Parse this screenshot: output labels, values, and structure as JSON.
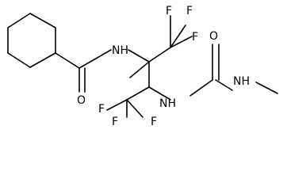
{
  "molecule": {
    "atoms": {
      "nh_amide": "NH",
      "o_amide": "O",
      "f_top_1": "F",
      "f_top_2": "F",
      "f_top_3": "F",
      "nh_urea": "NH",
      "o_urea": "O",
      "nh_methyl": "NH",
      "f_bottom_1": "F",
      "f_bottom_2": "F",
      "f_bottom_3": "F"
    },
    "colors": {
      "bond": "#000000",
      "text": "#000000",
      "background": "#ffffff"
    }
  }
}
